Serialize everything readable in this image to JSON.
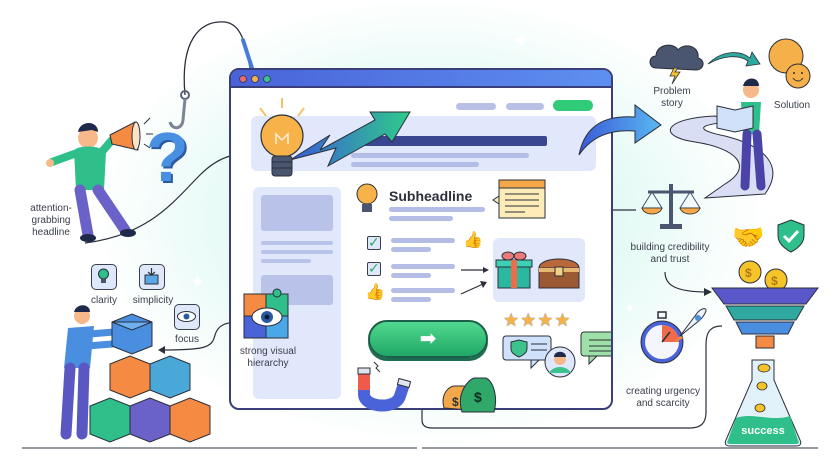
{
  "diagram": {
    "theme": "Landing page conversion elements",
    "labels": {
      "headline": "attention-grabbing headline",
      "headline_lines": [
        "attention-",
        "grabbing",
        "headline"
      ],
      "clarity": "clarity",
      "simplicity": "simplicity",
      "focus": "focus",
      "hierarchy_lines": [
        "strong visual",
        "hierarchy"
      ],
      "problem_lines": [
        "Problem",
        "story"
      ],
      "solution": "Solution",
      "credibility_lines": [
        "building credibility",
        "and trust"
      ],
      "urgency_lines": [
        "creating urgency",
        "and scarcity"
      ],
      "success": "success"
    },
    "browser": {
      "window_dots": [
        "#ef6b6b",
        "#f5b44a",
        "#3cc28a"
      ],
      "subheadline": "Subheadline",
      "cta_button_glyph": "➡",
      "stars": "★★★★",
      "star_count": 4
    },
    "icons": [
      "megaphone-icon",
      "question-mark-icon",
      "fishing-hook-icon",
      "lightbulb-icon",
      "growth-arrow-icon",
      "clarity-bulb-icon",
      "simplicity-box-icon",
      "focus-eye-icon",
      "puzzle-eye-icon",
      "building-blocks-icon",
      "note-icon",
      "checkbox-icon",
      "thumbs-up-icon",
      "gift-icon",
      "treasure-chest-icon",
      "magnet-icon",
      "money-bag-icon",
      "star-icon",
      "shield-check-icon",
      "chat-bubble-icon",
      "avatar-icon",
      "storm-cloud-icon",
      "sun-smile-icon",
      "map-reader-icon",
      "scales-icon",
      "handshake-icon",
      "funnel-icon",
      "coin-icon",
      "stopwatch-icon",
      "rocket-icon",
      "flask-icon"
    ],
    "colors": {
      "accent_blue": "#4a63d8",
      "accent_green": "#2fcb78",
      "outline": "#3a3f7a",
      "panel": "#e2e8fb",
      "glow": "#c9f3ea"
    }
  }
}
